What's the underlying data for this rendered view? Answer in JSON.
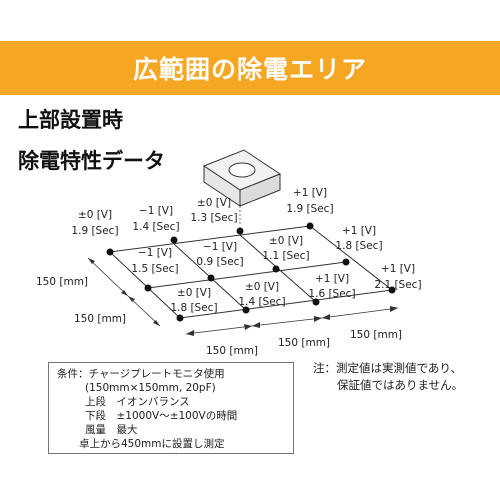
{
  "banner": {
    "title": "広範囲の除電エリア"
  },
  "headings": {
    "line1": "上部設置時",
    "line2": "除電特性データ"
  },
  "diagram": {
    "points": [
      {
        "id": "r1c1",
        "voltage": "±0 [V]",
        "time": "1.9 [Sec]"
      },
      {
        "id": "r1c2",
        "voltage": "−1 [V]",
        "time": "1.4 [Sec]"
      },
      {
        "id": "r1c3",
        "voltage": "±0 [V]",
        "time": "1.3 [Sec]"
      },
      {
        "id": "r1c4",
        "voltage": "+1 [V]",
        "time": "1.9 [Sec]"
      },
      {
        "id": "r2c1",
        "voltage": "−1 [V]",
        "time": "1.5 [Sec]"
      },
      {
        "id": "r2c2",
        "voltage": "−1 [V]",
        "time": "0.9 [Sec]"
      },
      {
        "id": "r2c3",
        "voltage": "±0 [V]",
        "time": "1.1 [Sec]"
      },
      {
        "id": "r2c4",
        "voltage": "+1 [V]",
        "time": "1.8 [Sec]"
      },
      {
        "id": "r3c1",
        "voltage": "±0 [V]",
        "time": "1.8 [Sec]"
      },
      {
        "id": "r3c2",
        "voltage": "±0 [V]",
        "time": "1.4 [Sec]"
      },
      {
        "id": "r3c3",
        "voltage": "+1 [V]",
        "time": "1.6 [Sec]"
      },
      {
        "id": "r3c4",
        "voltage": "+1 [V]",
        "time": "2.1 [Sec]"
      }
    ],
    "dimensions": [
      {
        "id": "dim-left-upper",
        "label": "150 [mm]"
      },
      {
        "id": "dim-left-lower",
        "label": "150 [mm]"
      },
      {
        "id": "dim-bottom-left",
        "label": "150 [mm]"
      },
      {
        "id": "dim-bottom-mid",
        "label": "150 [mm]"
      },
      {
        "id": "dim-bottom-right",
        "label": "150 [mm]"
      }
    ],
    "colors": {
      "banner": "#f5a623",
      "line": "#333333",
      "dot": "#111111"
    }
  },
  "conditions": {
    "label": "条件：",
    "line1": "チャージプレートモニタ使用",
    "line2": "(150mm×150mm, 20pF)",
    "line3": "上段　イオンバランス",
    "line4": "下段　±1000V〜±100Vの時間",
    "line5": "風量　最大",
    "line6": "卓上から450mmに設置し測定"
  },
  "note": {
    "line1": "注：測定値は実測値であり、",
    "line2": "保証値ではありません。"
  }
}
